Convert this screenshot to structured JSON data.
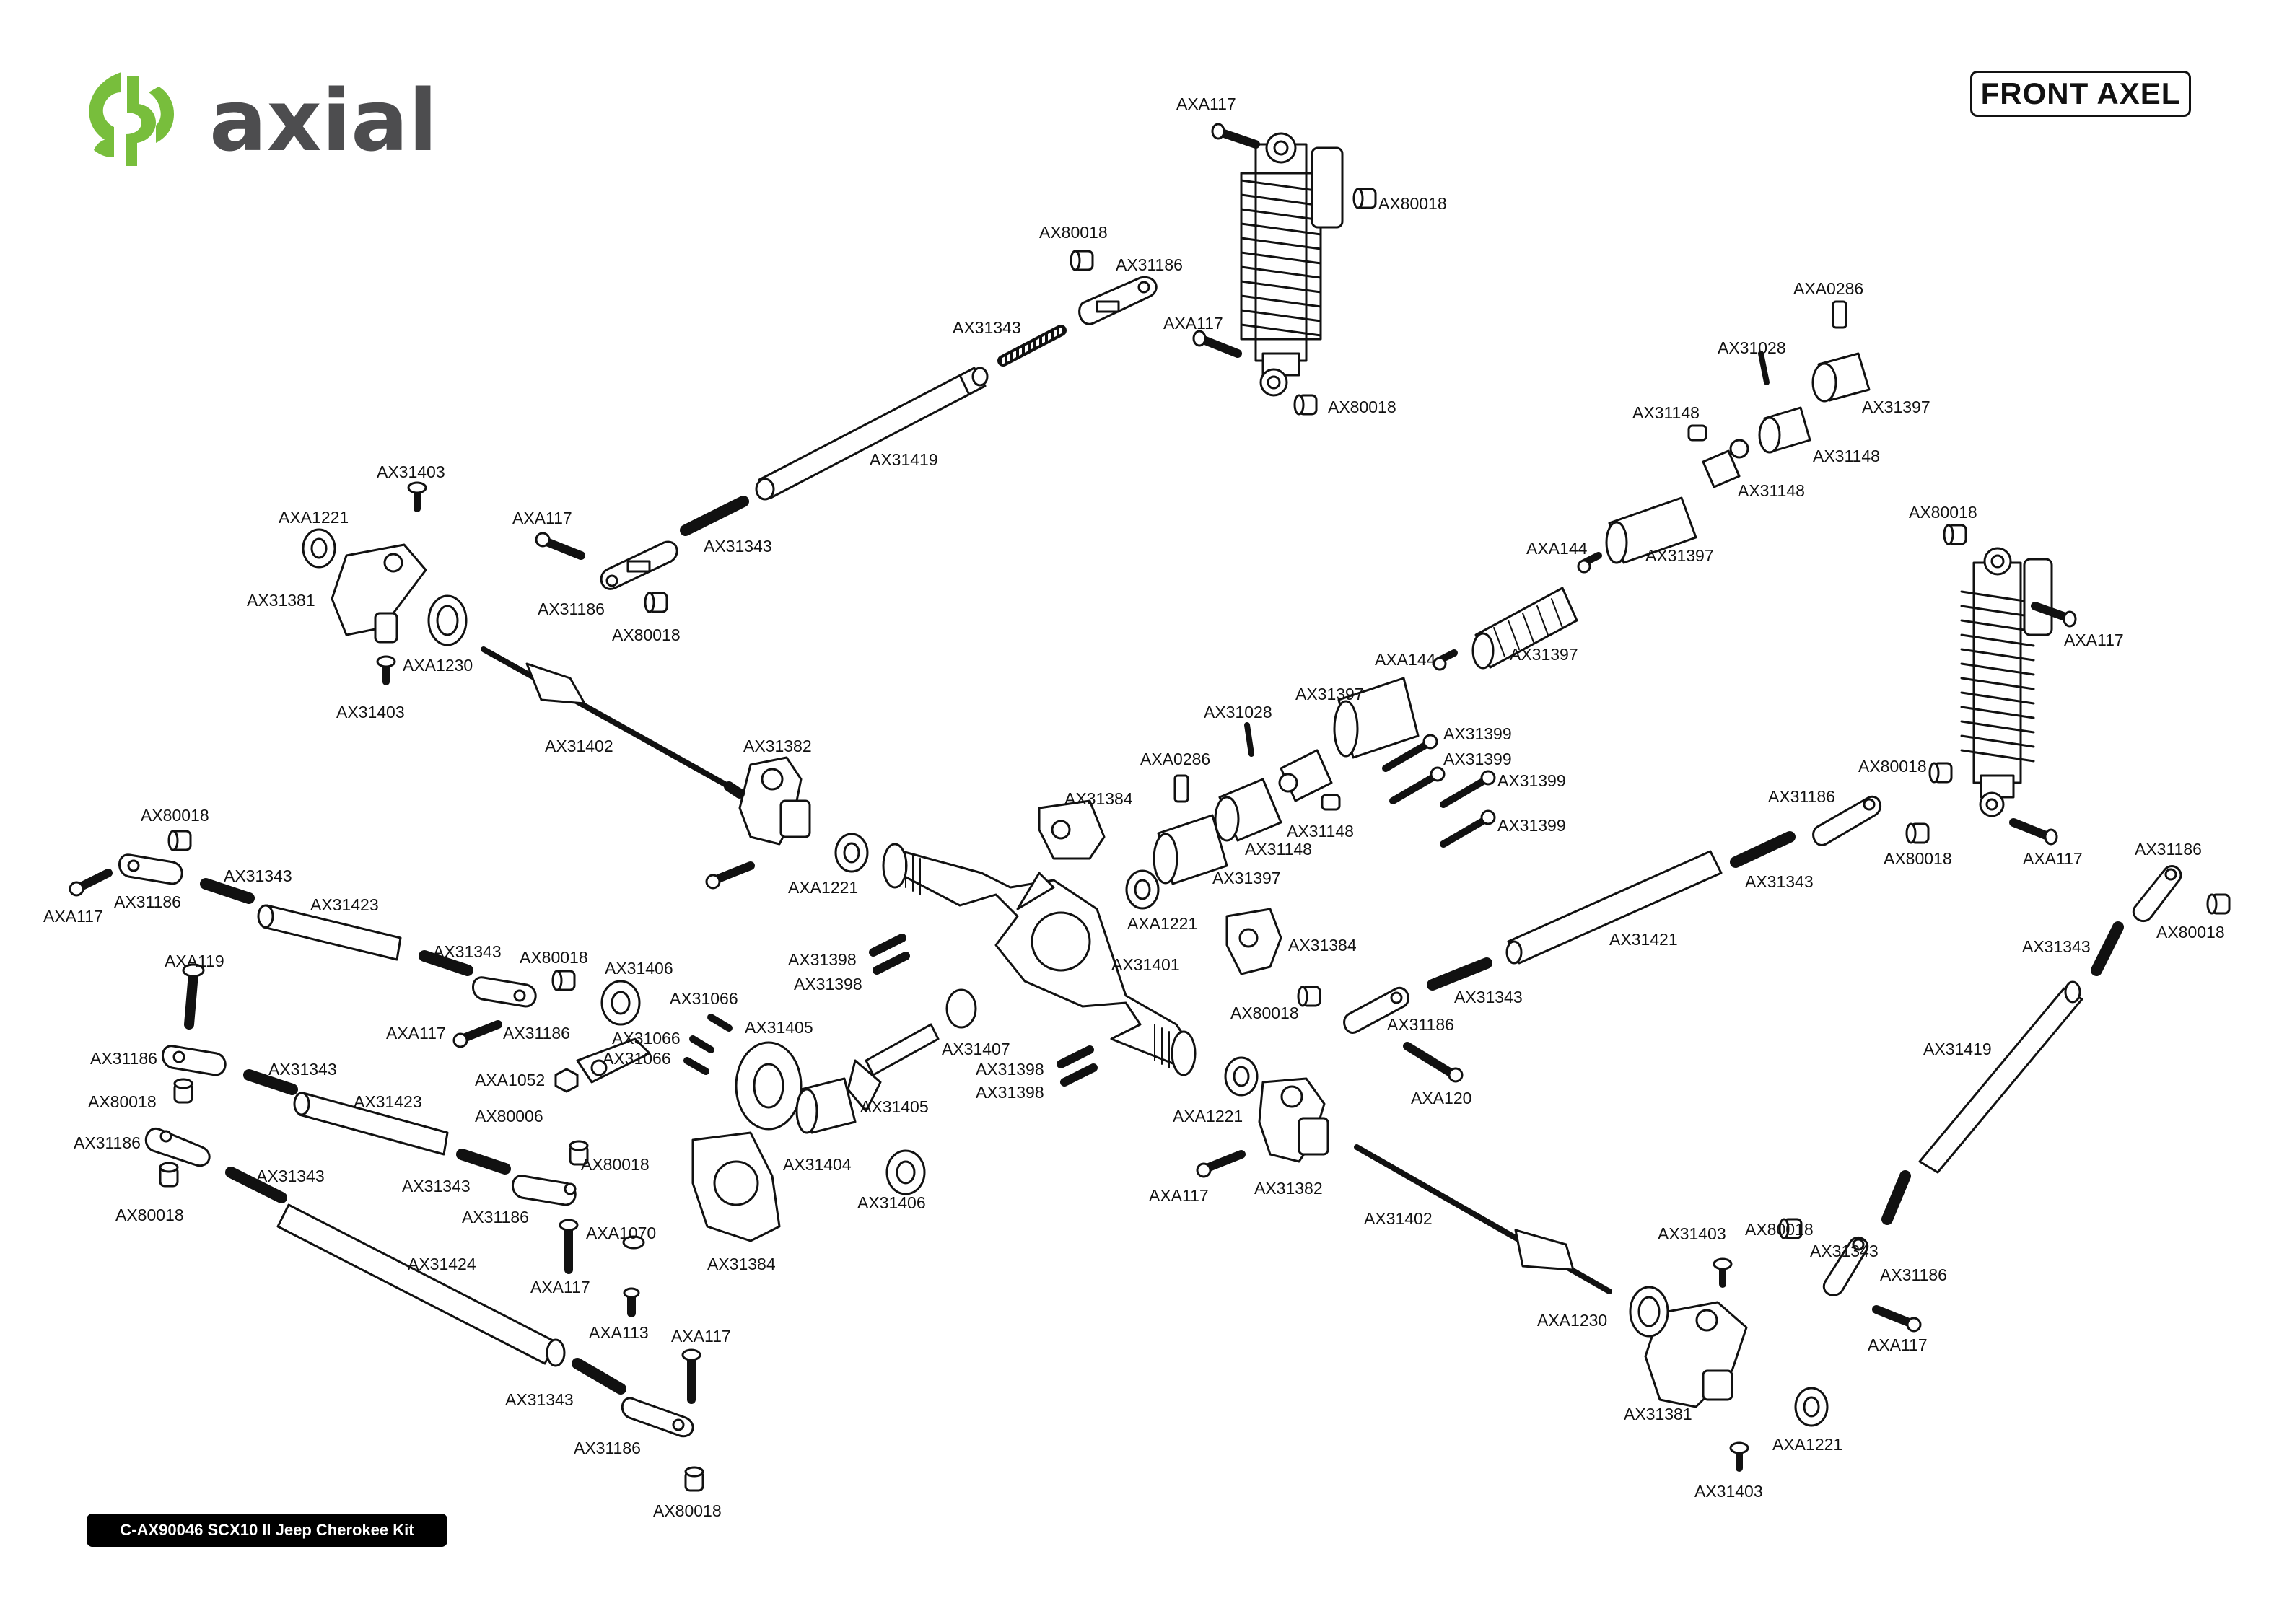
{
  "brand": {
    "name": "axial",
    "accent_color": "#78be3c",
    "text_color": "#4d4d4f"
  },
  "title": "FRONT AXEL",
  "kit_label": "C-AX90046 SCX10 II Jeep Cherokee Kit",
  "part_labels": [
    "AXA117",
    "AX80018",
    "AX80018",
    "AX31186",
    "AX31343",
    "AXA117",
    "AX80018",
    "AXA0286",
    "AX31028",
    "AX31397",
    "AX31148",
    "AX31148",
    "AX31148",
    "AX31419",
    "AX31403",
    "AXA1221",
    "AXA117",
    "AX31343",
    "AX31381",
    "AX31186",
    "AX80018",
    "AXA144",
    "AX31397",
    "AX80018",
    "AXA1230",
    "AX31403",
    "AXA117",
    "AXA144",
    "AX31397",
    "AX31402",
    "AX31397",
    "AX31028",
    "AX31399",
    "AX31399",
    "AX31382",
    "AXA0286",
    "AX31399",
    "AX31384",
    "AX80018",
    "AX31399",
    "AX31148",
    "AX31148",
    "AX31186",
    "AX80018",
    "AX31397",
    "AX31186",
    "AXA117",
    "AX31343",
    "AX80018",
    "AX80018",
    "AX31343",
    "AX31186",
    "AX31423",
    "AXA1221",
    "AXA1221",
    "AX31421",
    "AXA117",
    "AX31343",
    "AXA119",
    "AX31343",
    "AX80018",
    "AX31398",
    "AX31384",
    "AX31406",
    "AX31401",
    "AX31398",
    "AX31343",
    "AX31066",
    "AX80018",
    "AX31419",
    "AXA117",
    "AX31186",
    "AX31405",
    "AX31066",
    "AX31186",
    "AX31186",
    "AX31066",
    "AX31343",
    "AX31407",
    "AXA120",
    "AXA1052",
    "AX31398",
    "AX80018",
    "AX31398",
    "AX31423",
    "AX80006",
    "AX31405",
    "AXA1221",
    "AX31186",
    "AX80018",
    "AX31404",
    "AX31343",
    "AX31343",
    "AX31406",
    "AXA117",
    "AX31382",
    "AX80018",
    "AX31186",
    "AX31402",
    "AX31403",
    "AX80018",
    "AXA1070",
    "AX31343",
    "AX31424",
    "AX31186",
    "AX31384",
    "AXA117",
    "AXA1230",
    "AXA113",
    "AXA117",
    "AXA117",
    "AX31381",
    "AX31343",
    "AXA1221",
    "AX31186",
    "AX31403",
    "AX80018"
  ]
}
